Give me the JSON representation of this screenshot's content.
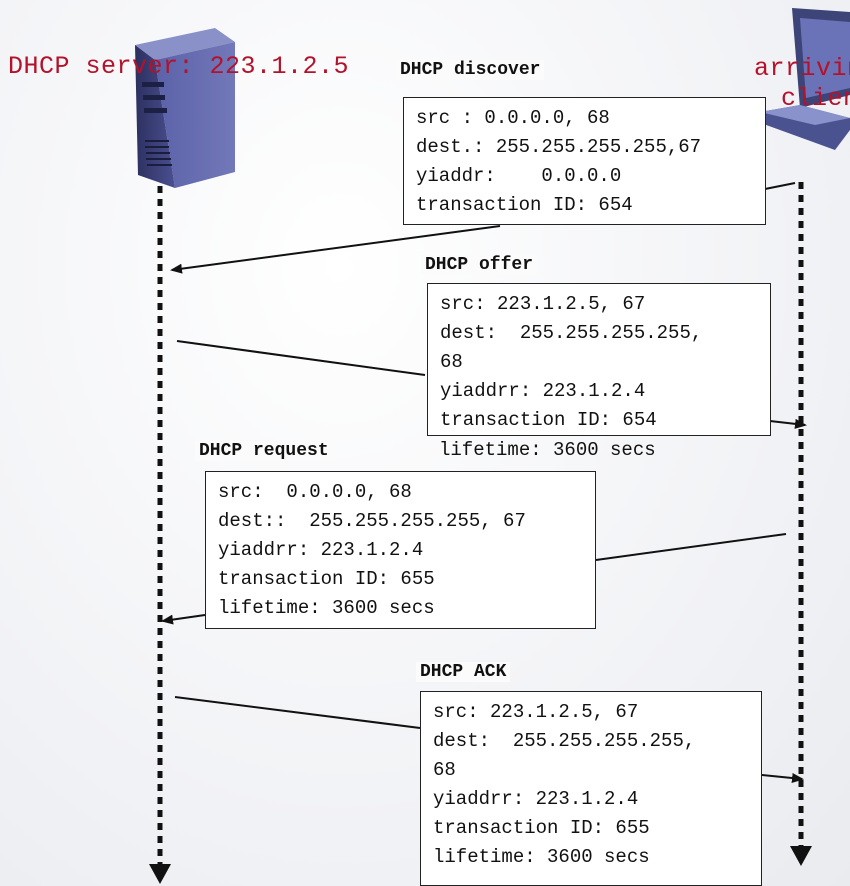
{
  "server_label": "DHCP server: 223.1.2.5",
  "client_label": [
    "arriving",
    "client"
  ],
  "messages": [
    {
      "name": "DHCP discover",
      "lines": [
        "src : 0.0.0.0, 68",
        "dest.: 255.255.255.255,67",
        "yiaddr:    0.0.0.0",
        "transaction ID: 654"
      ]
    },
    {
      "name": "DHCP offer",
      "lines": [
        "src: 223.1.2.5, 67",
        "dest:  255.255.255.255,",
        "68",
        "yiaddrr: 223.1.2.4",
        "transaction ID: 654",
        "lifetime: 3600 secs"
      ]
    },
    {
      "name": "DHCP request",
      "lines": [
        "src:  0.0.0.0, 68",
        "dest::  255.255.255.255, 67",
        "yiaddrr: 223.1.2.4",
        "transaction ID: 655",
        "lifetime: 3600 secs"
      ]
    },
    {
      "name": "DHCP ACK",
      "lines": [
        "src: 223.1.2.5, 67",
        "dest:  255.255.255.255,",
        "68",
        "yiaddrr: 223.1.2.4",
        "transaction ID: 655",
        "lifetime: 3600 secs"
      ]
    }
  ],
  "colors": {
    "title": "#b3122a",
    "line": "#111111",
    "server_body": "#3a3f73",
    "client_body": "#3d4478"
  },
  "icons": {
    "server": "server-tower-icon",
    "client": "laptop-computer-icon"
  }
}
